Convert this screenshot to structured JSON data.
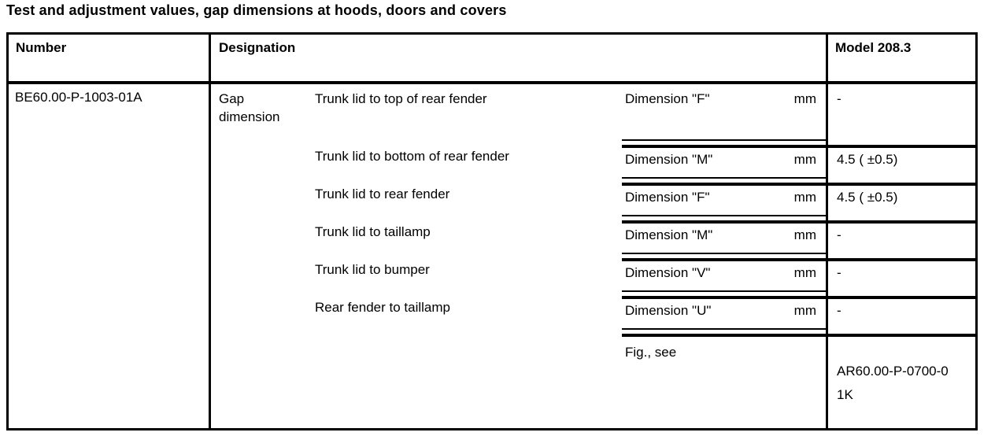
{
  "title": "Test and adjustment values, gap dimensions at hoods, doors and covers",
  "table": {
    "headers": {
      "number": "Number",
      "designation": "Designation",
      "model": "Model 208.3"
    },
    "number_value": "BE60.00-P-1003-01A",
    "group_label": "Gap dimension",
    "rows": [
      {
        "item": "Trunk lid to top of rear fender",
        "dimension": "Dimension \"F\"",
        "unit": "mm",
        "model_value": "-"
      },
      {
        "item": "Trunk lid to bottom of rear fender",
        "dimension": "Dimension \"M\"",
        "unit": "mm",
        "model_value": "4.5 ( ±0.5)"
      },
      {
        "item": "Trunk lid to rear fender",
        "dimension": "Dimension \"F\"",
        "unit": "mm",
        "model_value": "4.5 ( ±0.5)"
      },
      {
        "item": "Trunk lid to taillamp",
        "dimension": "Dimension \"M\"",
        "unit": "mm",
        "model_value": "-"
      },
      {
        "item": "Trunk lid to bumper",
        "dimension": "Dimension \"V\"",
        "unit": "mm",
        "model_value": "-"
      },
      {
        "item": "Rear fender to taillamp",
        "dimension": "Dimension \"U\"",
        "unit": "mm",
        "model_value": "-"
      }
    ],
    "fig_row": {
      "label": "Fig., see",
      "model_value": "AR60.00-P-0700-01K"
    }
  }
}
